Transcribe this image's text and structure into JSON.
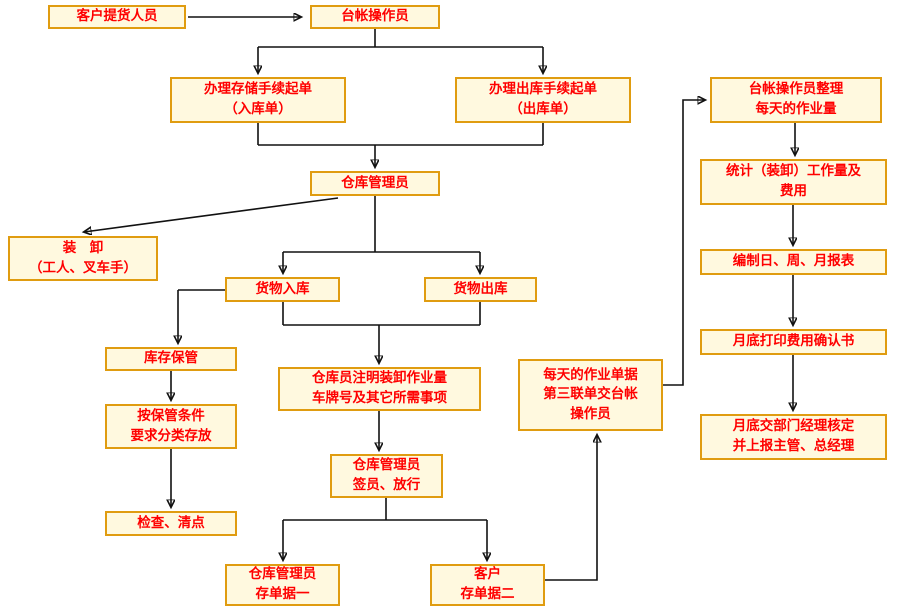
{
  "diagram": {
    "nodes": {
      "customer_pickup": {
        "label": "客户提货人员"
      },
      "ledger_operator": {
        "label": "台帐操作员"
      },
      "storage_order": {
        "label": "办理存储手续起单\n（入库单）"
      },
      "outbound_order": {
        "label": "办理出库手续起单\n（出库单）"
      },
      "warehouse_manager": {
        "label": "仓库管理员"
      },
      "loading_unloading": {
        "label": "装　卸\n（工人、叉车手）"
      },
      "goods_in": {
        "label": "货物入库"
      },
      "goods_out": {
        "label": "货物出库"
      },
      "inventory_keeping": {
        "label": "库存保管"
      },
      "classified_storage": {
        "label": "按保管条件\n要求分类存放"
      },
      "check_count": {
        "label": "检查、清点"
      },
      "note_workload": {
        "label": "仓库员注明装卸作业量\n车牌号及其它所需事项"
      },
      "sign_release": {
        "label": "仓库管理员\n签员、放行"
      },
      "manager_receipt": {
        "label": "仓库管理员\n存单据一"
      },
      "customer_receipt": {
        "label": "客户\n存单据二"
      },
      "daily_receipts": {
        "label": "每天的作业单据\n第三联单交台帐\n操作员"
      },
      "organize_daily": {
        "label": "台帐操作员整理\n每天的作业量"
      },
      "stats_cost": {
        "label": "统计（装卸）工作量及\n费用"
      },
      "reports": {
        "label": "编制日、周、月报表"
      },
      "print_confirm": {
        "label": "月底打印费用确认书"
      },
      "month_end_submit": {
        "label": "月底交部门经理核定\n并上报主管、总经理"
      }
    },
    "colors": {
      "node_fill": "#FFF9DF",
      "node_border": "#E09C10",
      "node_text": "#FF0000",
      "connector": "#111111"
    }
  }
}
